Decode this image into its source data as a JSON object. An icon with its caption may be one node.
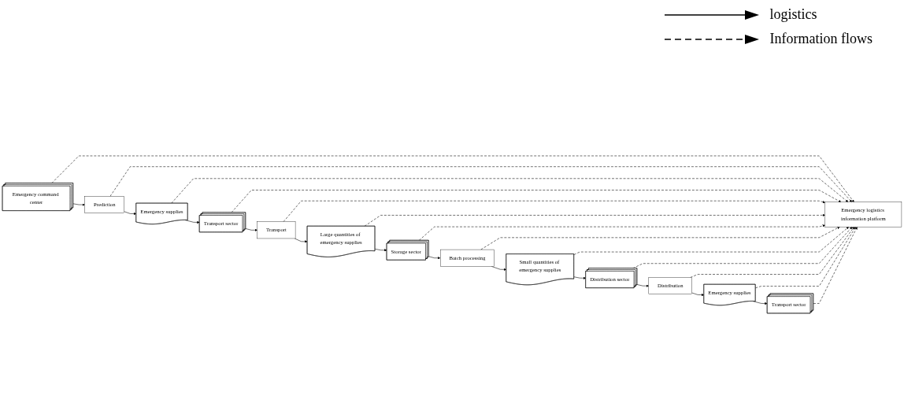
{
  "diagram": {
    "nodes": [
      {
        "text": [
          "Emergency command center"
        ]
      },
      {
        "text": [
          "Prediction"
        ]
      },
      {
        "text": [
          "Emergency supplies"
        ]
      },
      {
        "text": [
          "Transport sector"
        ]
      },
      {
        "text": [
          "Transport"
        ]
      },
      {
        "text": [
          "Large quantities of emergency supplies"
        ]
      },
      {
        "text": [
          "Emergency logistics information platform"
        ]
      },
      {
        "text": [
          "Transport sector"
        ]
      },
      {
        "text": [
          "Emergency supplies"
        ]
      },
      {
        "text": [
          "Distribution"
        ]
      },
      {
        "text": [
          "Distribution sector"
        ]
      },
      {
        "text": [
          "Small quantities of emergency supplies"
        ]
      },
      {
        "text": [
          "Batch processing"
        ]
      },
      {
        "text": [
          "Storage sector"
        ]
      }
    ],
    "edges": [
      {
        "from": 0,
        "to": 1,
        "arrow": "to"
      },
      {
        "from": 1,
        "to": 2,
        "arrow": "to"
      },
      {
        "from": 2,
        "to": 3,
        "arrow": "to"
      },
      {
        "from": 3,
        "to": 4,
        "arrow": "to"
      },
      {
        "from": 4,
        "to": 5,
        "arrow": "to"
      },
      {
        "from": 5,
        "to": 13,
        "arrow": "to"
      },
      {
        "from": 13,
        "to": 12,
        "arrow": "to"
      },
      {
        "from": 12,
        "to": 11,
        "arrow": "to"
      },
      {
        "from": 11,
        "to": 10,
        "arrow": "to"
      },
      {
        "from": 10,
        "to": 9,
        "arrow": "to"
      },
      {
        "from": 9,
        "to": 8,
        "arrow": "to"
      },
      {
        "from": 8,
        "to": 7,
        "arrow": "to"
      },
      {
        "from": 0,
        "to": 6,
        "arrow": "to",
        "style": "dashed"
      },
      {
        "from": 1,
        "to": 6,
        "arrow": "to",
        "style": "dashed"
      },
      {
        "from": 2,
        "to": 6,
        "arrow": "to",
        "style": "dashed"
      },
      {
        "from": 3,
        "to": 6,
        "arrow": "to",
        "style": "dashed"
      },
      {
        "from": 4,
        "to": 6,
        "arrow": "to",
        "style": "dashed"
      },
      {
        "from": 5,
        "to": 6,
        "arrow": "to",
        "style": "dashed"
      },
      {
        "from": 13,
        "to": 6,
        "arrow": "to",
        "style": "dashed"
      },
      {
        "from": 12,
        "to": 6,
        "arrow": "to",
        "style": "dashed"
      },
      {
        "from": 11,
        "to": 6,
        "arrow": "to",
        "style": "dashed"
      },
      {
        "from": 10,
        "to": 6,
        "arrow": "to",
        "style": "dashed"
      },
      {
        "from": 9,
        "to": 6,
        "arrow": "to",
        "style": "dashed"
      },
      {
        "from": 8,
        "to": 6,
        "arrow": "to",
        "style": "dashed"
      },
      {
        "from": 7,
        "to": 6,
        "arrow": "to",
        "style": "dashed"
      }
    ],
    "legend": [
      {
        "text": "logistics"
      },
      {
        "text": "Information flows"
      }
    ]
  }
}
